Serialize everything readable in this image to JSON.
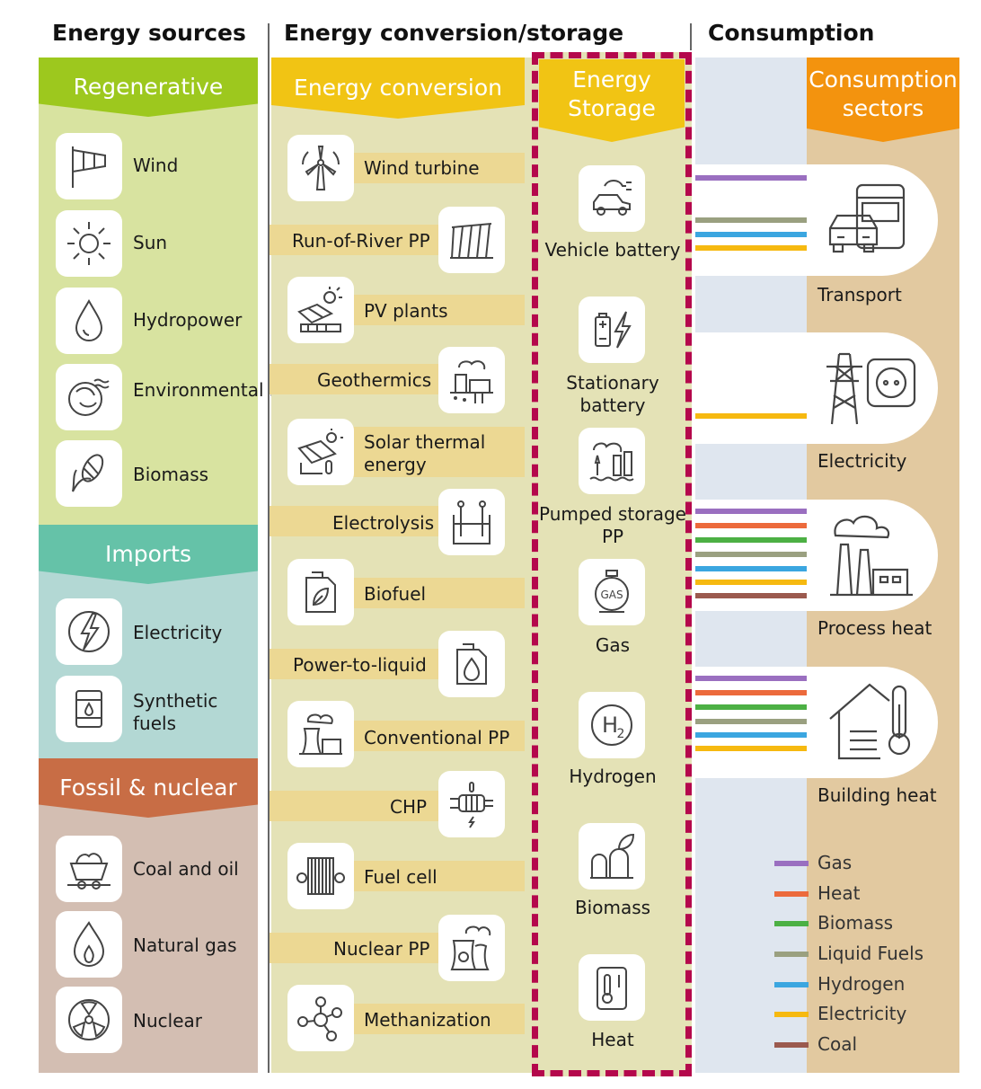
{
  "headers": {
    "sources": "Energy sources",
    "conversion_storage": "Energy conversion/storage",
    "consumption": "Consumption"
  },
  "sources": {
    "regenerative": {
      "title": "Regenerative",
      "items": [
        {
          "label": "Wind",
          "icon": "windsock-icon"
        },
        {
          "label": "Sun",
          "icon": "sun-icon"
        },
        {
          "label": "Hydropower",
          "icon": "water-drop-icon"
        },
        {
          "label": "Environmental heat",
          "icon": "environmental-heat-icon"
        },
        {
          "label": "Biomass",
          "icon": "corn-icon"
        }
      ]
    },
    "imports": {
      "title": "Imports",
      "items": [
        {
          "label": "Electricity",
          "icon": "lightning-icon"
        },
        {
          "label": "Synthetic fuels",
          "icon": "fuel-barrel-icon"
        }
      ]
    },
    "fossil": {
      "title": "Fossil & nuclear",
      "items": [
        {
          "label": "Coal and oil",
          "icon": "coal-cart-icon"
        },
        {
          "label": "Natural gas",
          "icon": "flame-icon"
        },
        {
          "label": "Nuclear",
          "icon": "radiation-icon"
        }
      ]
    }
  },
  "conversion": {
    "title": "Energy conversion",
    "items": [
      {
        "label": "Wind turbine",
        "icon": "wind-turbine-icon"
      },
      {
        "label": "Run-of-River PP",
        "icon": "dam-icon"
      },
      {
        "label": "PV plants",
        "icon": "solar-panel-icon"
      },
      {
        "label": "Geothermics",
        "icon": "geothermal-plant-icon"
      },
      {
        "label": "Solar thermal energy",
        "icon": "solar-thermal-icon"
      },
      {
        "label": "Electrolysis",
        "icon": "electrolysis-icon"
      },
      {
        "label": "Biofuel",
        "icon": "biofuel-canister-icon"
      },
      {
        "label": "Power-to-liquid",
        "icon": "liquid-canister-icon"
      },
      {
        "label": "Conventional PP",
        "icon": "power-plant-icon"
      },
      {
        "label": "CHP",
        "icon": "chp-engine-icon"
      },
      {
        "label": "Fuel cell",
        "icon": "fuel-cell-icon"
      },
      {
        "label": "Nuclear PP",
        "icon": "nuclear-plant-icon"
      },
      {
        "label": "Methanization",
        "icon": "methane-molecule-icon"
      }
    ]
  },
  "storage": {
    "title": "Energy Storage",
    "items": [
      {
        "label": "Vehicle battery",
        "icon": "electric-car-icon"
      },
      {
        "label": "Stationary battery",
        "icon": "battery-bolt-icon"
      },
      {
        "label": "Pumped storage PP",
        "icon": "pumped-storage-icon"
      },
      {
        "label": "Gas",
        "icon": "gas-tank-icon"
      },
      {
        "label": "Hydrogen",
        "icon": "hydrogen-icon"
      },
      {
        "label": "Biomass",
        "icon": "biomass-tanks-icon"
      },
      {
        "label": "Heat",
        "icon": "heat-storage-icon"
      }
    ]
  },
  "consumption": {
    "title": "Consumption sectors",
    "sectors": [
      {
        "label": "Transport",
        "icon": "bus-car-icon",
        "carriers": [
          "Gas",
          "Liquid Fuels",
          "Hydrogen",
          "Electricity"
        ]
      },
      {
        "label": "Electricity",
        "icon": "pylon-socket-icon",
        "carriers": [
          "Electricity"
        ]
      },
      {
        "label": "Process heat",
        "icon": "factory-icon",
        "carriers": [
          "Gas",
          "Heat",
          "Biomass",
          "Liquid Fuels",
          "Hydrogen",
          "Electricity",
          "Coal"
        ]
      },
      {
        "label": "Building heat",
        "icon": "house-thermometer-icon",
        "carriers": [
          "Gas",
          "Heat",
          "Biomass",
          "Liquid Fuels",
          "Hydrogen",
          "Electricity"
        ]
      }
    ]
  },
  "legend": [
    {
      "label": "Gas",
      "color": "#9a6fc0"
    },
    {
      "label": "Heat",
      "color": "#ec6a3c"
    },
    {
      "label": "Biomass",
      "color": "#4cb044"
    },
    {
      "label": "Liquid Fuels",
      "color": "#9aa080"
    },
    {
      "label": "Hydrogen",
      "color": "#3ba6e0"
    },
    {
      "label": "Electricity",
      "color": "#f6b910"
    },
    {
      "label": "Coal",
      "color": "#9b5a4e"
    }
  ],
  "colors": {
    "regenerative": "#9dc81e",
    "regenerative_bg": "#d8e3a0",
    "imports": "#65c2a8",
    "imports_bg": "#b3d8d4",
    "fossil": "#c86d45",
    "fossil_bg": "#d3beb2",
    "conversion": "#f1c414",
    "conversion_bg": "#e4e2b6",
    "consumption": "#f3930e",
    "consumption_bg": "#e2c9a0",
    "storage_border": "#b4084c"
  }
}
